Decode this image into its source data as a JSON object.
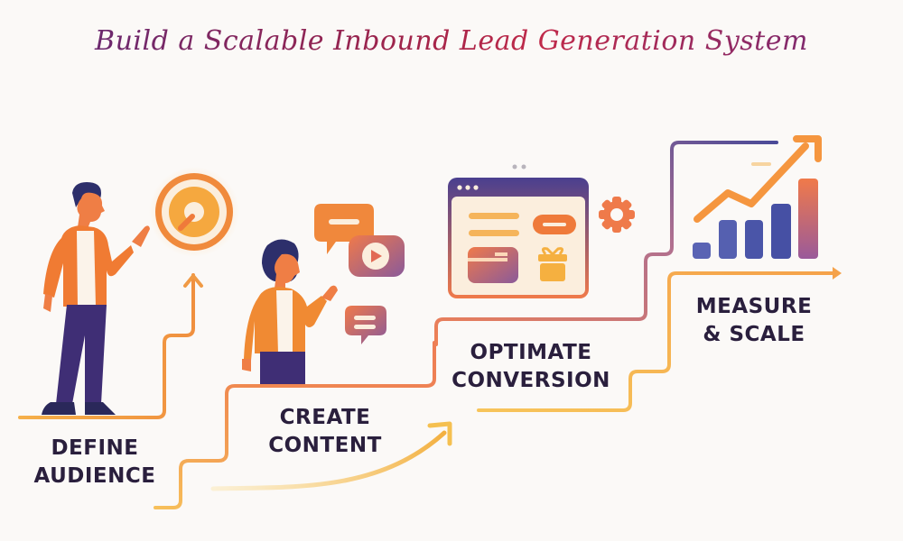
{
  "title": "Build a Scalable Inbound Lead Generation System",
  "steps": [
    {
      "line1": "DEFINE",
      "line2": "AUDIENCE",
      "icon": "target-icon"
    },
    {
      "line1": "CREATE",
      "line2": "CONTENT",
      "icon": "chat-video-icon"
    },
    {
      "line1": "OPTIMATE",
      "line2": "CONVERSION",
      "icon": "browser-window-icon"
    },
    {
      "line1": "MEASURE",
      "line2": "& SCALE",
      "icon": "growth-chart-icon"
    }
  ],
  "colors": {
    "orange": "#f08a3c",
    "light_orange": "#f5b04a",
    "purple": "#4a3f8f",
    "navy": "#2a2a5c",
    "text": "#2a1f3d",
    "background": "#fbf9f7"
  }
}
